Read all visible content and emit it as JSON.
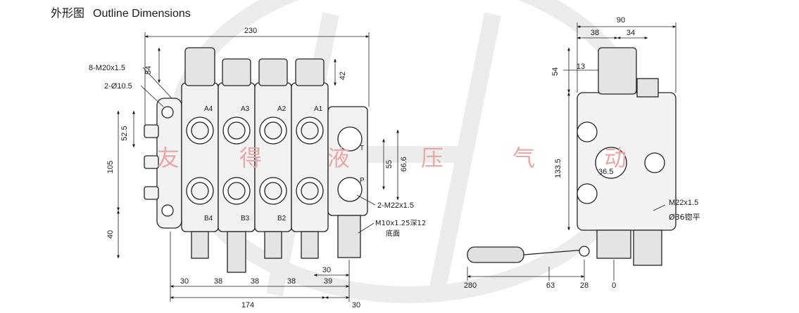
{
  "title": {
    "zh": "外形图",
    "en": "Outline Dimensions"
  },
  "watermark_text": [
    "友",
    "得",
    "液",
    "压",
    "气",
    "动"
  ],
  "front_view": {
    "dimensions": {
      "overall_width": "230",
      "top_spool": "54",
      "knob_height": "42",
      "height_52_5": "52.5",
      "height_105": "105",
      "height_40": "40",
      "port_55": "55",
      "port_66_6": "66.6",
      "bottom": [
        "30",
        "38",
        "38",
        "38",
        "39"
      ],
      "offset_30": "30",
      "width_174": "174",
      "right_30": "30"
    },
    "notes": {
      "threads_inlet": "8-M20x1.5",
      "holes": "2-Ø10.5",
      "threads_ports": "2-M22x1.5",
      "bottom_thread": "M10x1.25深12",
      "bottom_face": "底面"
    },
    "ports_top": [
      "A4",
      "A3",
      "A2",
      "A1"
    ],
    "ports_bottom": [
      "B4",
      "B3",
      "B2"
    ],
    "port_t": "T",
    "port_p": "P"
  },
  "side_view": {
    "dimensions": {
      "width_90": "90",
      "width_38": "38",
      "width_34": "34",
      "height_54": "54",
      "offset_13": "13",
      "height_133_5": "133.5",
      "dia_36_5": "36.5",
      "handle_280": "280",
      "handle_63": "63",
      "handle_28": "28",
      "handle_0": "0"
    },
    "notes": {
      "thread": "M22x1.5",
      "spot_face": "Ø36锪平"
    }
  }
}
